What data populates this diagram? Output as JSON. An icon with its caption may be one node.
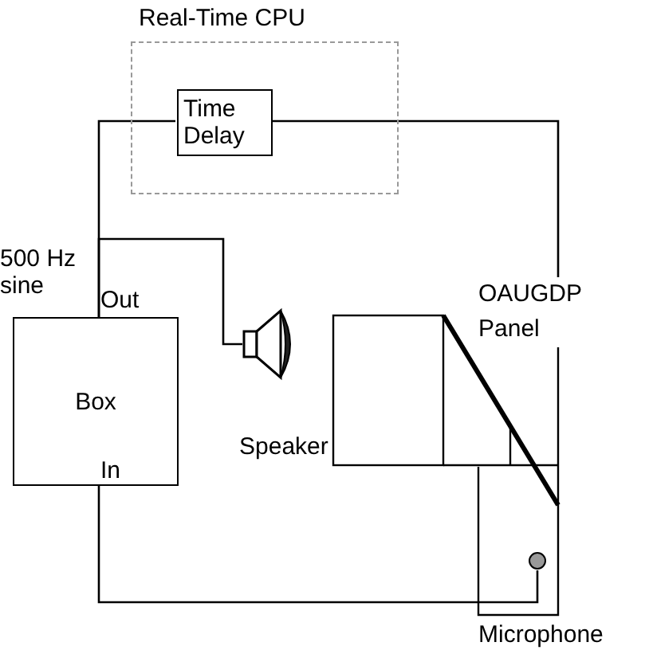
{
  "diagram": {
    "nodes": [
      {
        "text": [
          "Real-Time CPU"
        ]
      },
      {
        "text": [
          "Time Delay"
        ],
        "in": 0
      },
      {
        "text": [
          "Box"
        ]
      },
      {
        "text": [],
        "shape": "speaker"
      },
      {
        "text": [],
        "shape": "panel",
        "beside": [
          "OAUGDP Panel"
        ]
      },
      {
        "text": [],
        "shape": "circle",
        "beside": [
          "Microphone"
        ]
      }
    ],
    "edges": [
      {
        "from": 2,
        "to": 1,
        "arrow": "none"
      },
      {
        "from": 2,
        "to": 3,
        "arrow": "none"
      },
      {
        "from": 1,
        "to": 4,
        "arrow": "none"
      },
      {
        "from": 5,
        "to": 2,
        "arrow": "none"
      }
    ],
    "labels": [
      "500 Hz sine",
      "Out",
      "Speaker",
      "In"
    ]
  }
}
